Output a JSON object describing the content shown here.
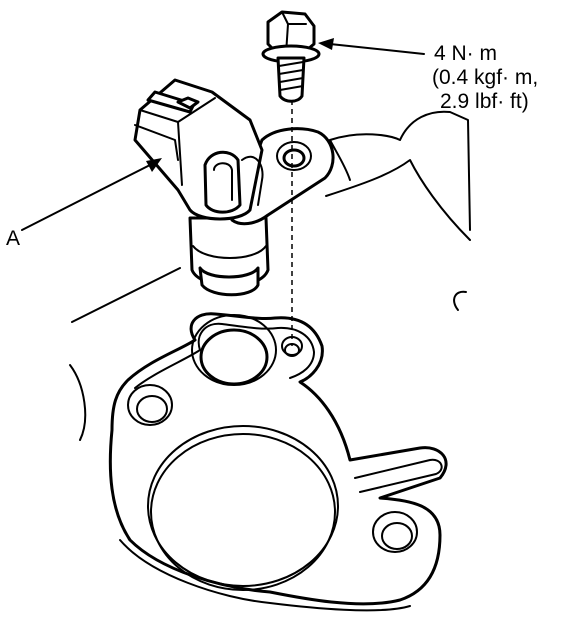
{
  "callouts": {
    "part_label": "A",
    "torque_line1": "4 N· m",
    "torque_line2": "(0.4 kgf· m,",
    "torque_line3": "2.9 lbf· ft)"
  },
  "components": {
    "bolt": "bolt-icon",
    "sensor": "sensor-icon",
    "housing": "housing-icon",
    "gasket_plate": "gasket-plate-icon"
  },
  "colors": {
    "ink": "#000000",
    "paper": "#ffffff"
  }
}
